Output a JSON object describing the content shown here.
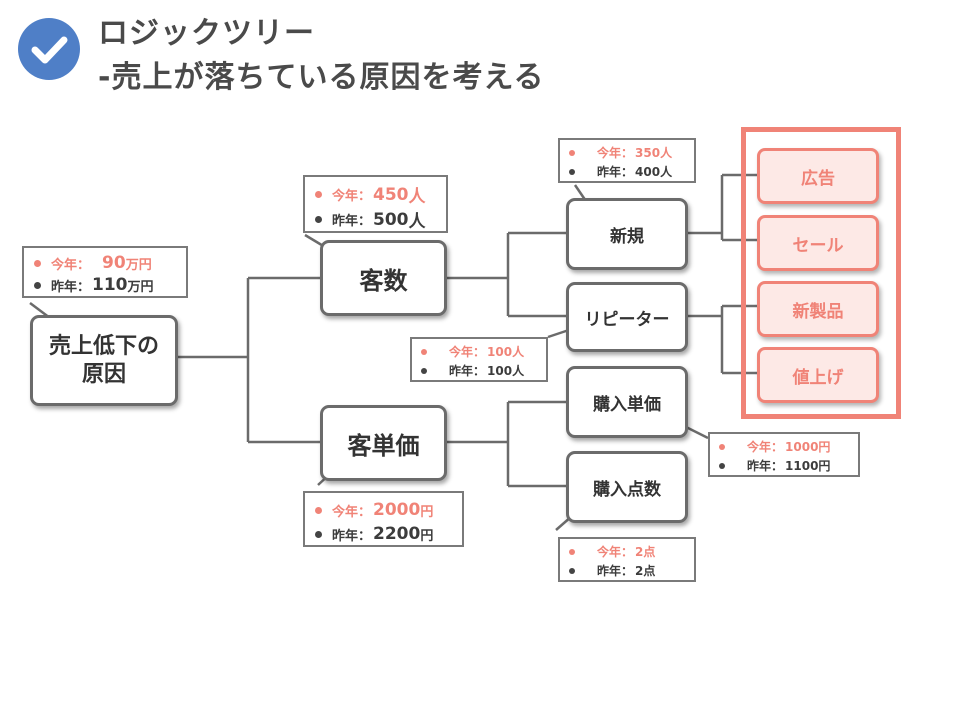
{
  "header": {
    "title_line1": "ロジックツリー",
    "title_line2": "-売上が落ちている原因を考える"
  },
  "tree": {
    "root": {
      "label_line1": "売上低下の",
      "label_line2": "原因",
      "stat": {
        "current_label": "今年：",
        "current_value": "90",
        "current_unit": "万円",
        "previous_label": "昨年：",
        "previous_value": "110",
        "previous_unit": "万円"
      }
    },
    "customers": {
      "label": "客数",
      "stat": {
        "current_label": "今年：",
        "current_value": "450",
        "current_unit": "人",
        "previous_label": "昨年：",
        "previous_value": "500",
        "previous_unit": "人"
      }
    },
    "unit_price": {
      "label": "客単価",
      "stat": {
        "current_label": "今年：",
        "current_value": "2000",
        "current_unit": "円",
        "previous_label": "昨年：",
        "previous_value": "2200",
        "previous_unit": "円"
      }
    },
    "new_customers": {
      "label": "新規",
      "stat": {
        "current_label": "今年：",
        "current_value": "350",
        "current_unit": "人",
        "previous_label": "昨年：",
        "previous_value": "400",
        "previous_unit": "人"
      }
    },
    "repeaters": {
      "label": "リピーター",
      "stat": {
        "current_label": "今年：",
        "current_value": "100",
        "current_unit": "人",
        "previous_label": "昨年：",
        "previous_value": "100",
        "previous_unit": "人"
      }
    },
    "purchase_price": {
      "label": "購入単価",
      "stat": {
        "current_label": "今年：",
        "current_value": "1000",
        "current_unit": "円",
        "previous_label": "昨年：",
        "previous_value": "1100",
        "previous_unit": "円"
      }
    },
    "purchase_count": {
      "label": "購入点数",
      "stat": {
        "current_label": "今年：",
        "current_value": "2",
        "current_unit": "点",
        "previous_label": "昨年：",
        "previous_value": "2",
        "previous_unit": "点"
      }
    }
  },
  "solutions": [
    "広告",
    "セール",
    "新製品",
    "値上げ"
  ],
  "colors": {
    "accent": "#f08377",
    "check": "#4f7fc7",
    "border": "#6b6b6b",
    "solution_fill": "#fde9e6"
  }
}
